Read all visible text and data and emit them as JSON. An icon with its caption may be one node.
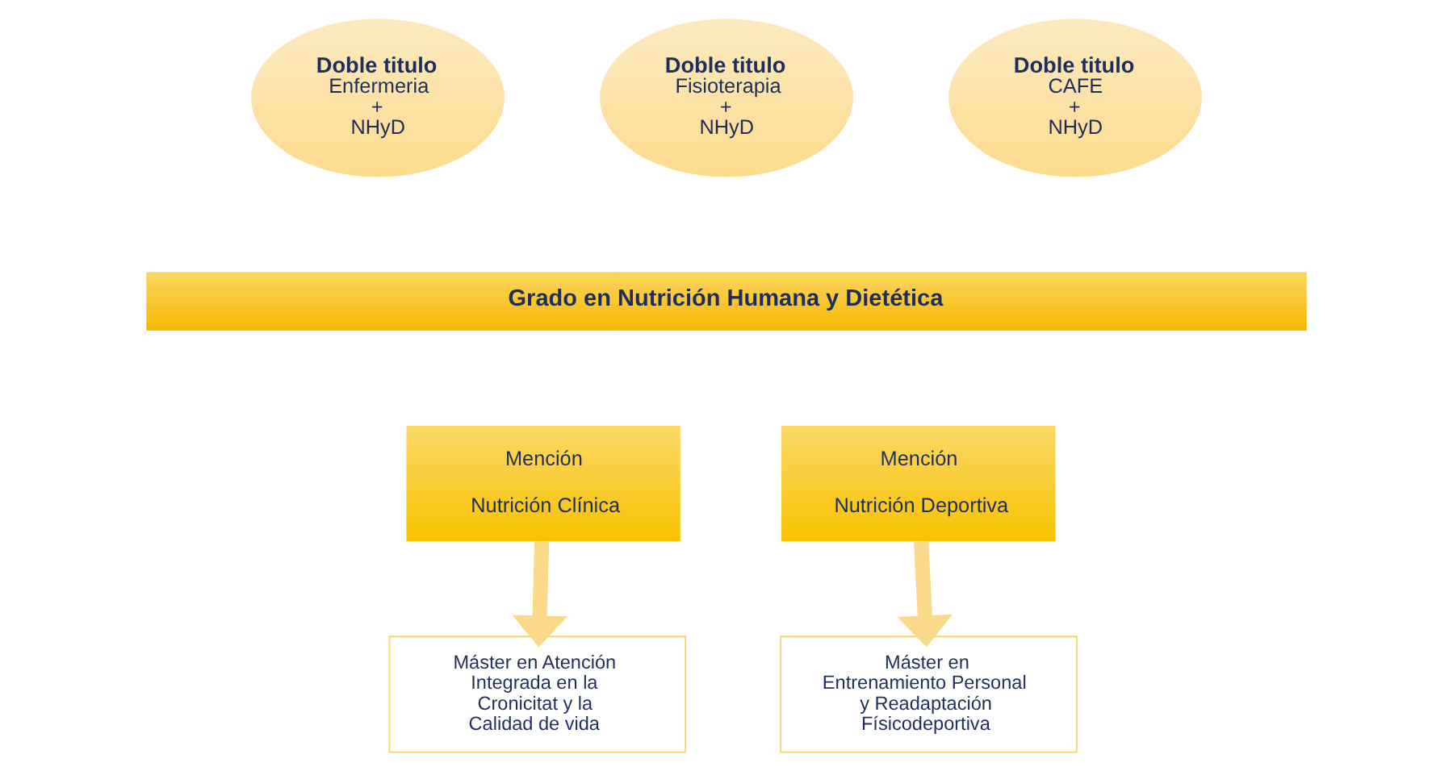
{
  "diagram": {
    "nodes": [
      {
        "text": [
          "Doble titulo",
          "Enfermeria + NHyD"
        ]
      },
      {
        "text": [
          "Doble titulo",
          "Fisioterapia + NHyD"
        ]
      },
      {
        "text": [
          "Doble titulo",
          "CAFE + NHyD"
        ]
      },
      {
        "text": [
          "Grado en Nutrición Humana y Dietética"
        ]
      },
      {
        "text": [
          "Mención",
          "Nutrición Clínica"
        ]
      },
      {
        "text": [
          "Mención",
          "Nutrición Deportiva"
        ]
      },
      {
        "text": [
          "Máster en Atención Integrada en la Cronicitat y la Calidad de vida"
        ]
      },
      {
        "text": [
          "Máster en Entrenamiento Personal y Readaptación Físicodeportiva"
        ]
      }
    ],
    "edges": [
      {
        "from": 4,
        "to": 6,
        "arrow": "to"
      },
      {
        "from": 5,
        "to": 7,
        "arrow": "to"
      }
    ]
  }
}
